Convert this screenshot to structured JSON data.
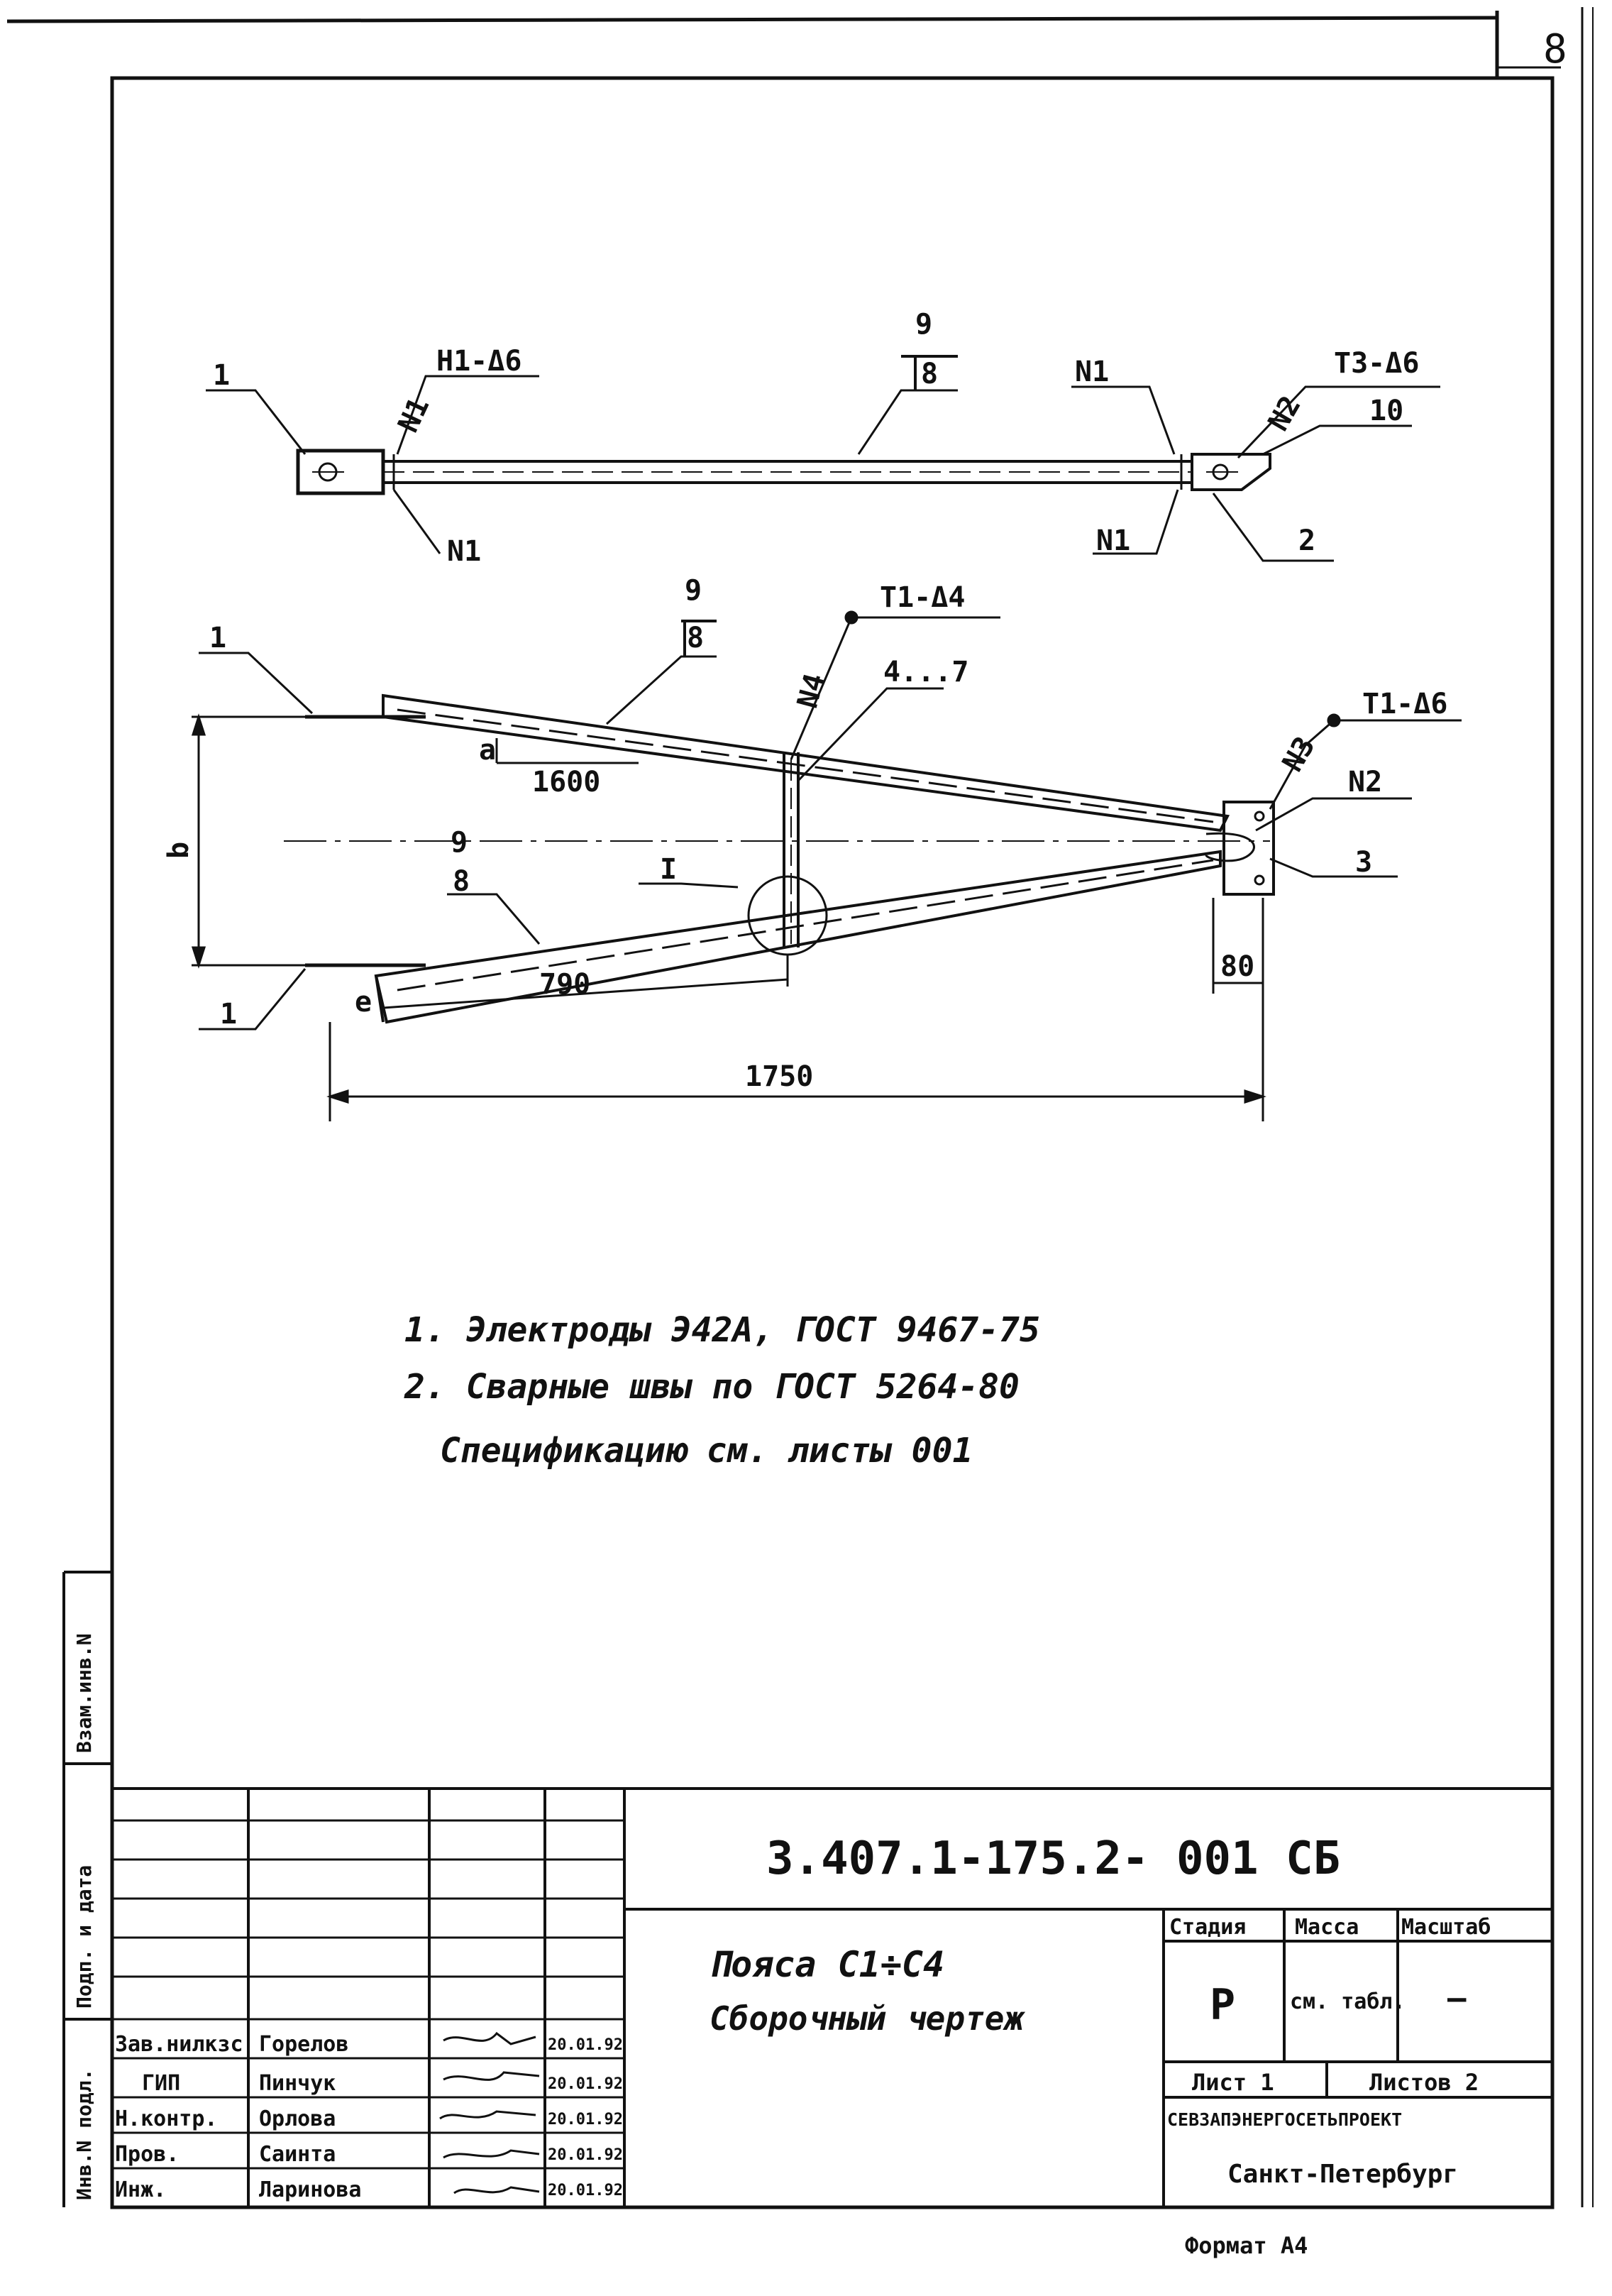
{
  "sheet_number": "8",
  "top_view": {
    "label_part1": "1",
    "label_weld_left": "H1-Δ6",
    "label_n1_top_left": "N1",
    "label_n1_bottom_left": "N1",
    "label_9": "9",
    "label_8": "8",
    "label_n1_top_right": "N1",
    "label_n2": "N2",
    "label_t3": "T3-Δ6",
    "label_10": "10",
    "label_n1_bottom_right": "N1",
    "label_2": "2"
  },
  "front_view": {
    "label_1_top": "1",
    "label_9_top": "9",
    "label_8_top": "8",
    "label_t1_d4": "T1-Δ4",
    "label_n4": "N4",
    "label_4_7": "4...7",
    "label_t1_d6": "T1-Δ6",
    "label_n3": "N3",
    "label_n2": "N2",
    "label_3": "3",
    "label_a": "a",
    "dim_1600": "1600",
    "label_b": "b",
    "label_9_mid": "9",
    "label_8_mid": "8",
    "label_I": "I",
    "label_1_bottom": "1",
    "label_e": "e",
    "dim_790": "790",
    "dim_80": "80",
    "dim_1750": "1750"
  },
  "notes": [
    "1. Электроды Э42А, ГОСТ 9467-75",
    "2. Сварные швы по ГОСТ 5264-80",
    "Спецификацию см. листы 001"
  ],
  "side_stamp": {
    "inv_podl": "Инв.N подл.",
    "podp_data": "Подп. и дата",
    "vzam_inv": "Взам.инв.N"
  },
  "title_block": {
    "doc_code": "3.407.1-175.2- 001 СБ",
    "title_line1": "Пояса С1÷С4",
    "title_line2": "Сборочный чертеж",
    "stage_header": "Стадия",
    "mass_header": "Масса",
    "scale_header": "Масштаб",
    "stage_value": "Р",
    "mass_value": "см. табл.",
    "scale_value": "—",
    "sheet_label": "Лист 1",
    "sheets_label": "Листов 2",
    "org_line1": "СЕВЗАПЭНЕРГОСЕТЬПРОЕКТ",
    "org_line2": "Санкт-Петербург",
    "roles": [
      {
        "role": "Зав.нилкзс",
        "name": "Горелов",
        "date": "20.01.92"
      },
      {
        "role": "ГИП",
        "name": "Пинчук",
        "date": "20.01.92"
      },
      {
        "role": "Н.контр.",
        "name": "Орлова",
        "date": "20.01.92"
      },
      {
        "role": "Пров.",
        "name": "Саинта",
        "date": "20.01.92"
      },
      {
        "role": "Инж.",
        "name": "Ларинова",
        "date": "20.01.92"
      }
    ]
  },
  "format_label": "Формат А4"
}
